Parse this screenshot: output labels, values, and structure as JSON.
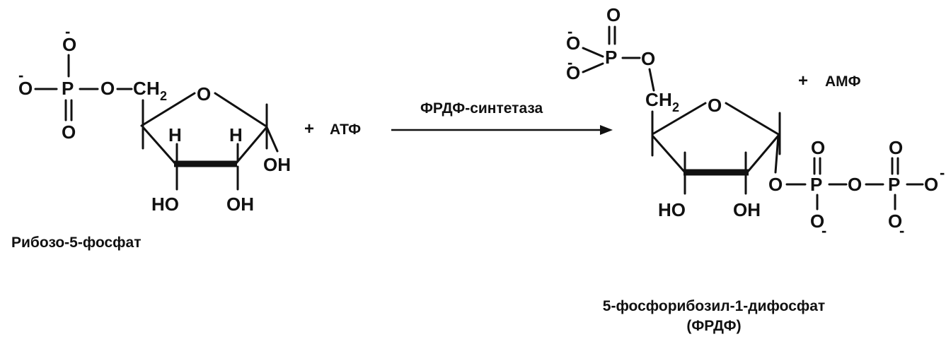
{
  "reaction": {
    "enzyme_label": "ФРДФ-синтетаза",
    "plus": "+",
    "cosubstrate": "АТФ",
    "coproduct": "АМФ"
  },
  "substrate": {
    "name": "Рибозо-5-фосфат",
    "atoms": {
      "oxygen": "O",
      "phosphorus": "P",
      "carbon": "C",
      "h2": "H",
      "sub2": "2",
      "hydrogen": "H",
      "hydroxyl_right": "OH",
      "hydroxyl_left": "HO",
      "charge": "-"
    }
  },
  "product": {
    "name": "5-фосфорибозил-1-дифосфат",
    "abbreviation": "(ФРДФ)",
    "atoms": {
      "oxygen": "O",
      "phosphorus": "P",
      "carbon": "C",
      "h2": "H",
      "sub2": "2",
      "hydroxyl_right": "OH",
      "hydroxyl_left": "HO",
      "charge": "-"
    }
  },
  "colors": {
    "ink": "#111111",
    "background": "#ffffff"
  }
}
